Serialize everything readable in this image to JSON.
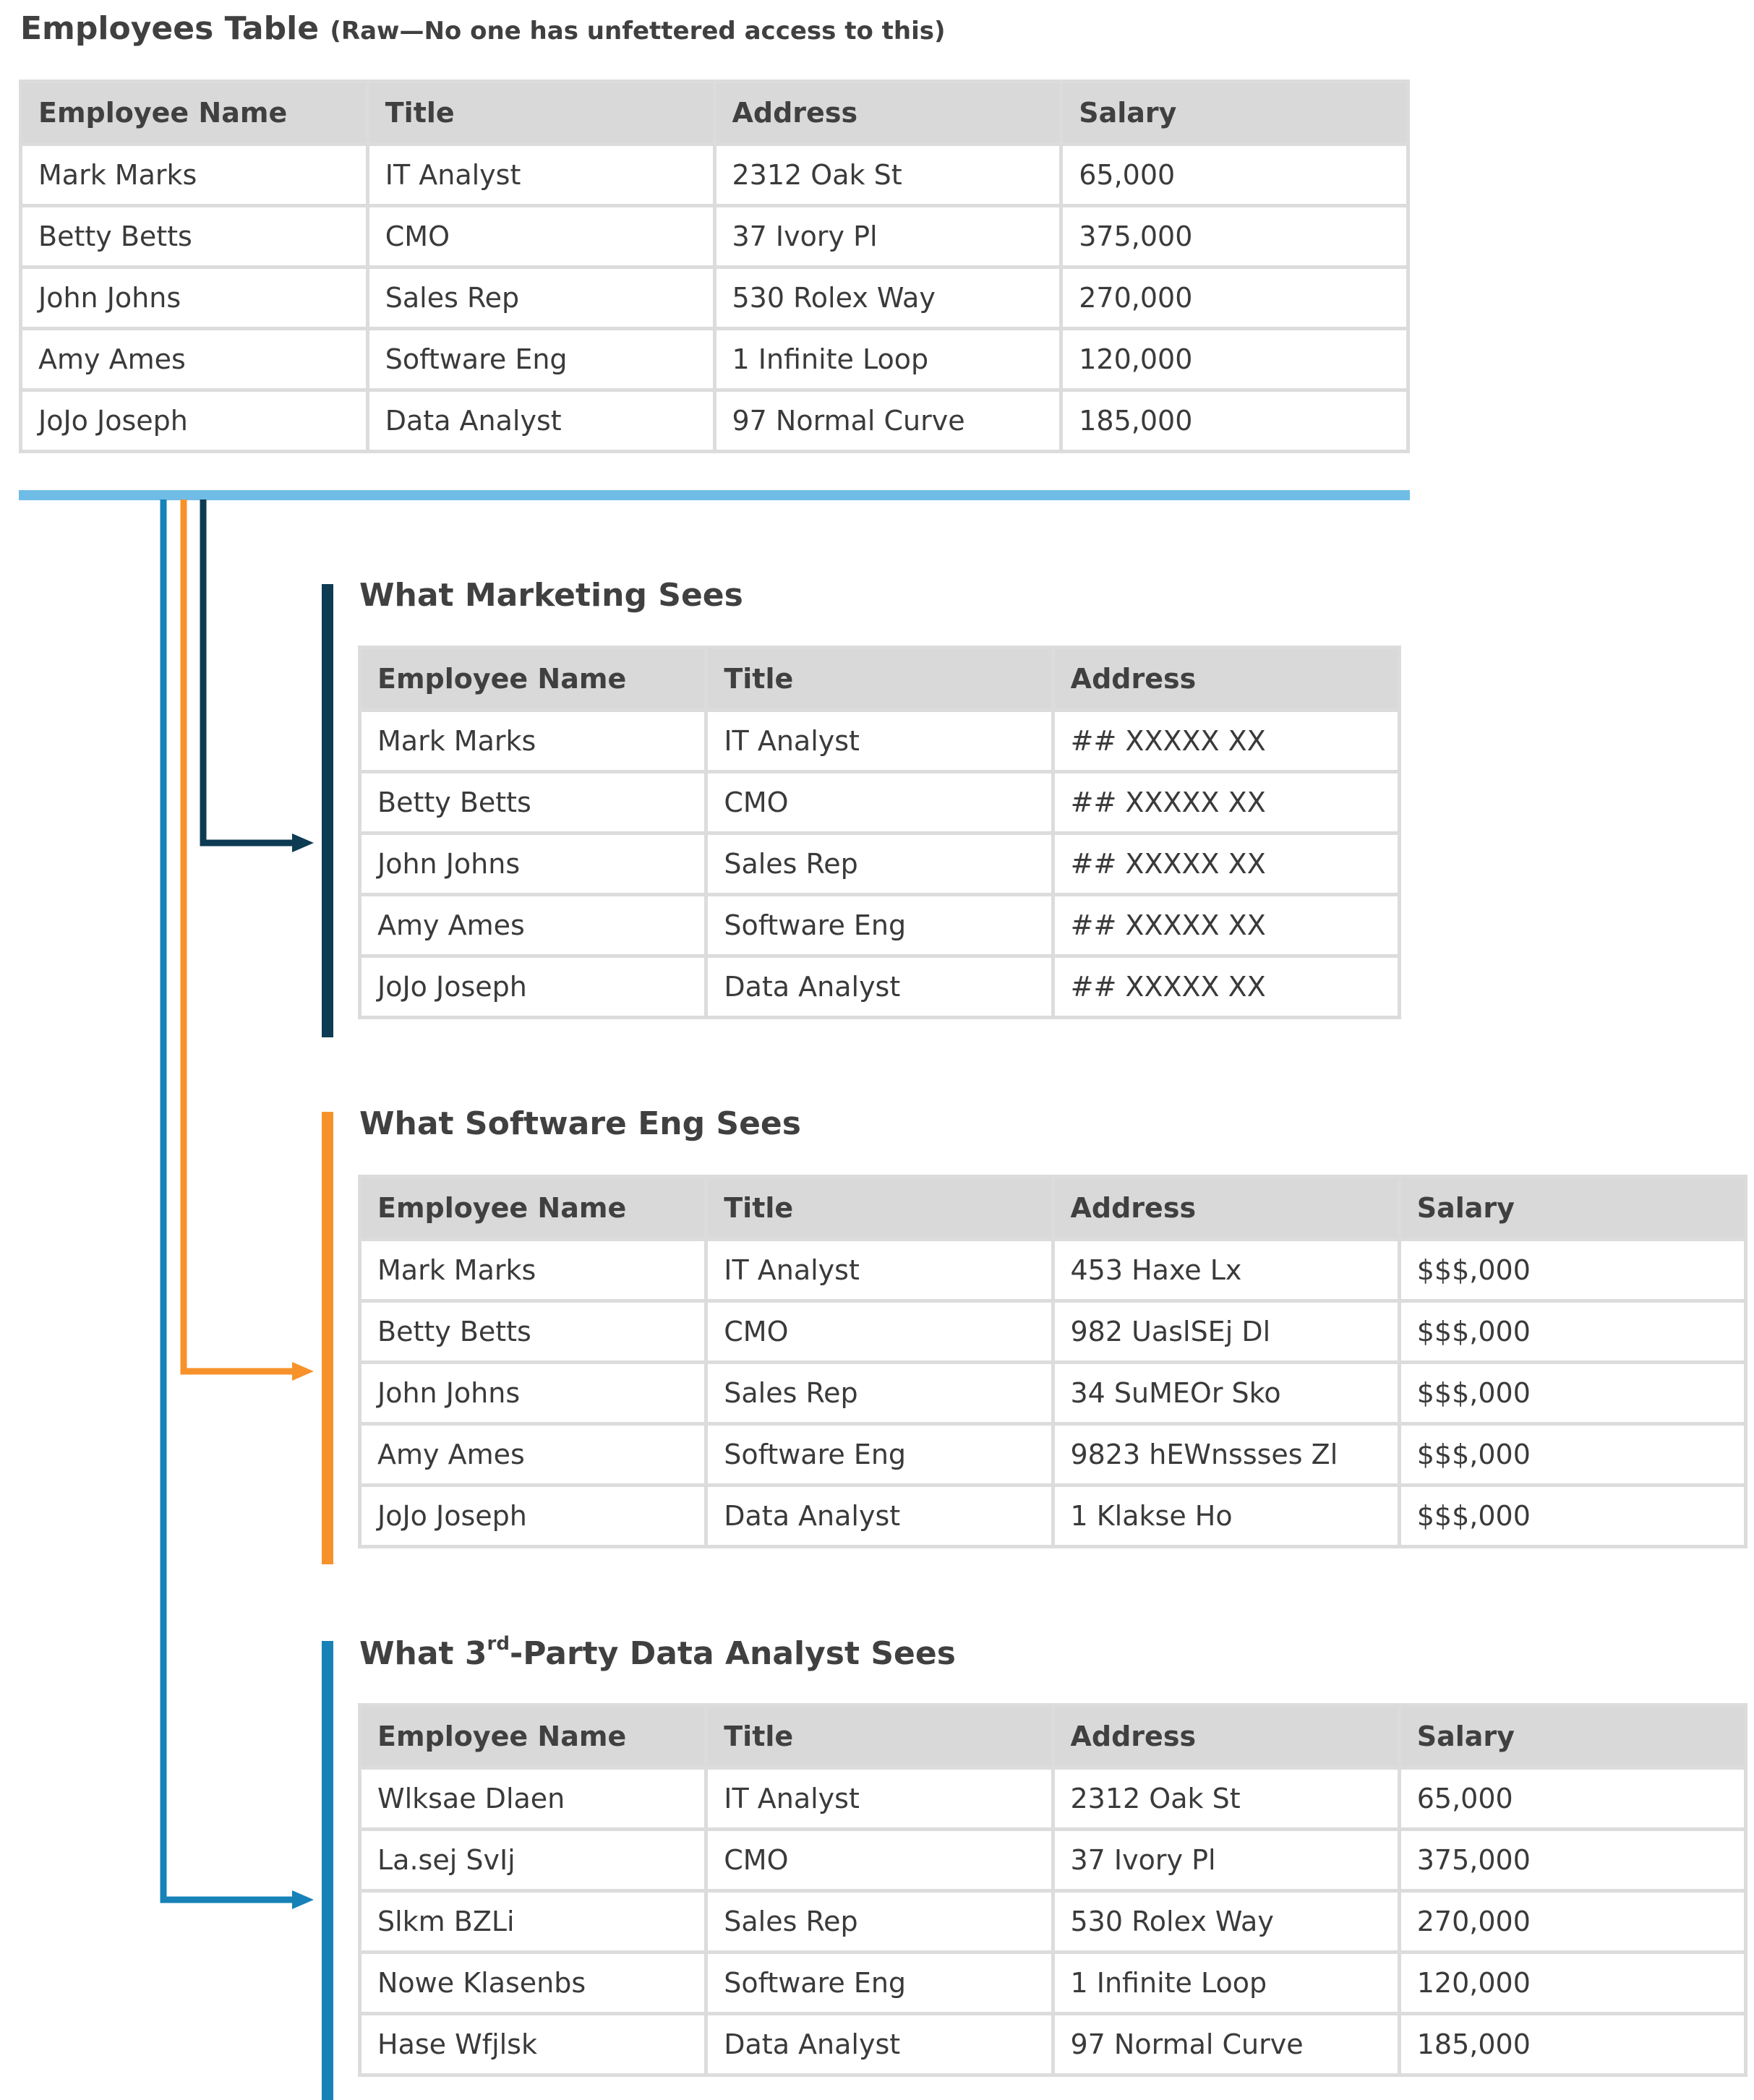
{
  "colors": {
    "raw_bar": "#6fbde6",
    "marketing": "#0d3b53",
    "software": "#f7922b",
    "analyst": "#1682b8",
    "header_bg": "#d9d9d9",
    "grid": "#dcdcdc"
  },
  "raw": {
    "title": "Employees Table",
    "subtitle": "(Raw—No one has unfettered access to this)",
    "columns": [
      "Employee Name",
      "Title",
      "Address",
      "Salary"
    ],
    "rows": [
      [
        "Mark Marks",
        "IT Analyst",
        "2312 Oak St",
        "65,000"
      ],
      [
        "Betty Betts",
        "CMO",
        "37 Ivory Pl",
        "375,000"
      ],
      [
        "John Johns",
        "Sales Rep",
        "530 Rolex Way",
        "270,000"
      ],
      [
        "Amy Ames",
        "Software Eng",
        "1 Infinite Loop",
        "120,000"
      ],
      [
        "JoJo Joseph",
        "Data Analyst",
        "97 Normal Curve",
        "185,000"
      ]
    ]
  },
  "marketing": {
    "title": "What Marketing Sees",
    "columns": [
      "Employee Name",
      "Title",
      "Address"
    ],
    "rows": [
      [
        "Mark Marks",
        "IT Analyst",
        "## XXXXX XX"
      ],
      [
        "Betty Betts",
        "CMO",
        "## XXXXX XX"
      ],
      [
        "John Johns",
        "Sales Rep",
        "## XXXXX XX"
      ],
      [
        "Amy Ames",
        "Software Eng",
        "## XXXXX XX"
      ],
      [
        "JoJo Joseph",
        "Data Analyst",
        "## XXXXX XX"
      ]
    ]
  },
  "software": {
    "title": "What Software Eng Sees",
    "columns": [
      "Employee Name",
      "Title",
      "Address",
      "Salary"
    ],
    "rows": [
      [
        "Mark Marks",
        "IT Analyst",
        "453 Haxe Lx",
        "$$$,000"
      ],
      [
        "Betty Betts",
        "CMO",
        "982 UaslSEj Dl",
        "$$$,000"
      ],
      [
        "John Johns",
        "Sales Rep",
        "34 SuMEOr Sko",
        "$$$,000"
      ],
      [
        "Amy Ames",
        "Software Eng",
        "9823 hEWnssses Zl",
        "$$$,000"
      ],
      [
        "JoJo Joseph",
        "Data Analyst",
        "1 Klakse Ho",
        "$$$,000"
      ]
    ]
  },
  "analyst": {
    "title_prefix": "What 3",
    "title_sup": "rd",
    "title_suffix": "-Party Data Analyst Sees",
    "columns": [
      "Employee Name",
      "Title",
      "Address",
      "Salary"
    ],
    "rows": [
      [
        "Wlksae Dlaen",
        "IT Analyst",
        "2312 Oak St",
        "65,000"
      ],
      [
        "La.sej SvIj",
        "CMO",
        "37 Ivory Pl",
        "375,000"
      ],
      [
        "Slkm BZLi",
        "Sales Rep",
        "530 Rolex Way",
        "270,000"
      ],
      [
        "Nowe Klasenbs",
        "Software Eng",
        "1 Infinite Loop",
        "120,000"
      ],
      [
        "Hase Wfjlsk",
        "Data Analyst",
        "97 Normal Curve",
        "185,000"
      ]
    ]
  }
}
